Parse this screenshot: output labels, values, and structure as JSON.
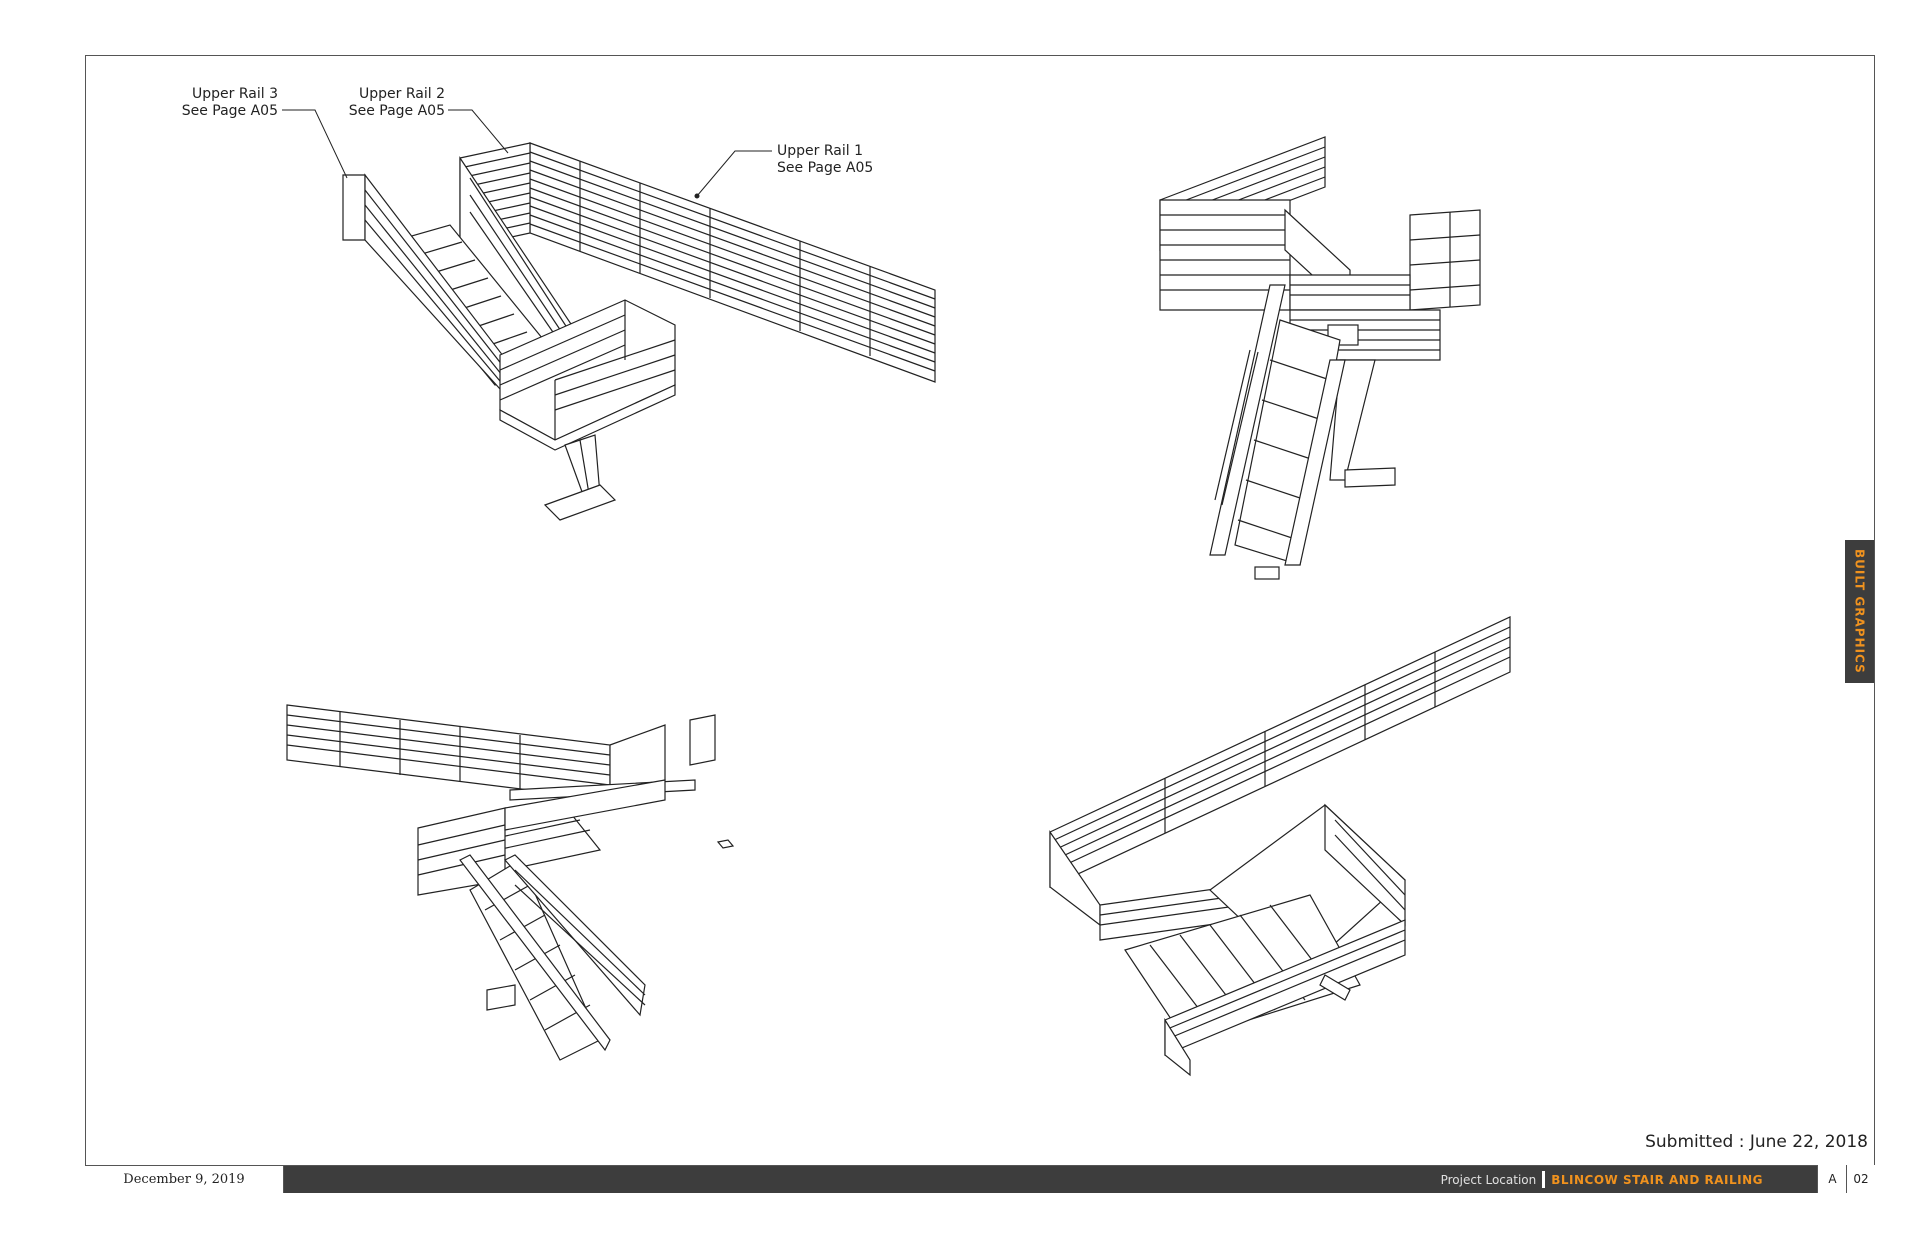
{
  "callouts": {
    "rail3": {
      "line1": "Upper Rail 3",
      "line2": "See Page A05"
    },
    "rail2": {
      "line1": "Upper Rail 2",
      "line2": "See Page A05"
    },
    "rail1": {
      "line1": "Upper Rail 1",
      "line2": "See Page A05"
    }
  },
  "submitted": "Submitted : June 22, 2018",
  "titleblock": {
    "date": "December 9, 2019",
    "project_label": "Project Location",
    "project_name": "BLINCOW STAIR AND RAILING",
    "sheet_letter": "A",
    "sheet_number": "02"
  },
  "brand": "BUILT GRAPHICS",
  "colors": {
    "accent": "#f0921e",
    "band": "#3d3d3d",
    "line": "#222222"
  }
}
